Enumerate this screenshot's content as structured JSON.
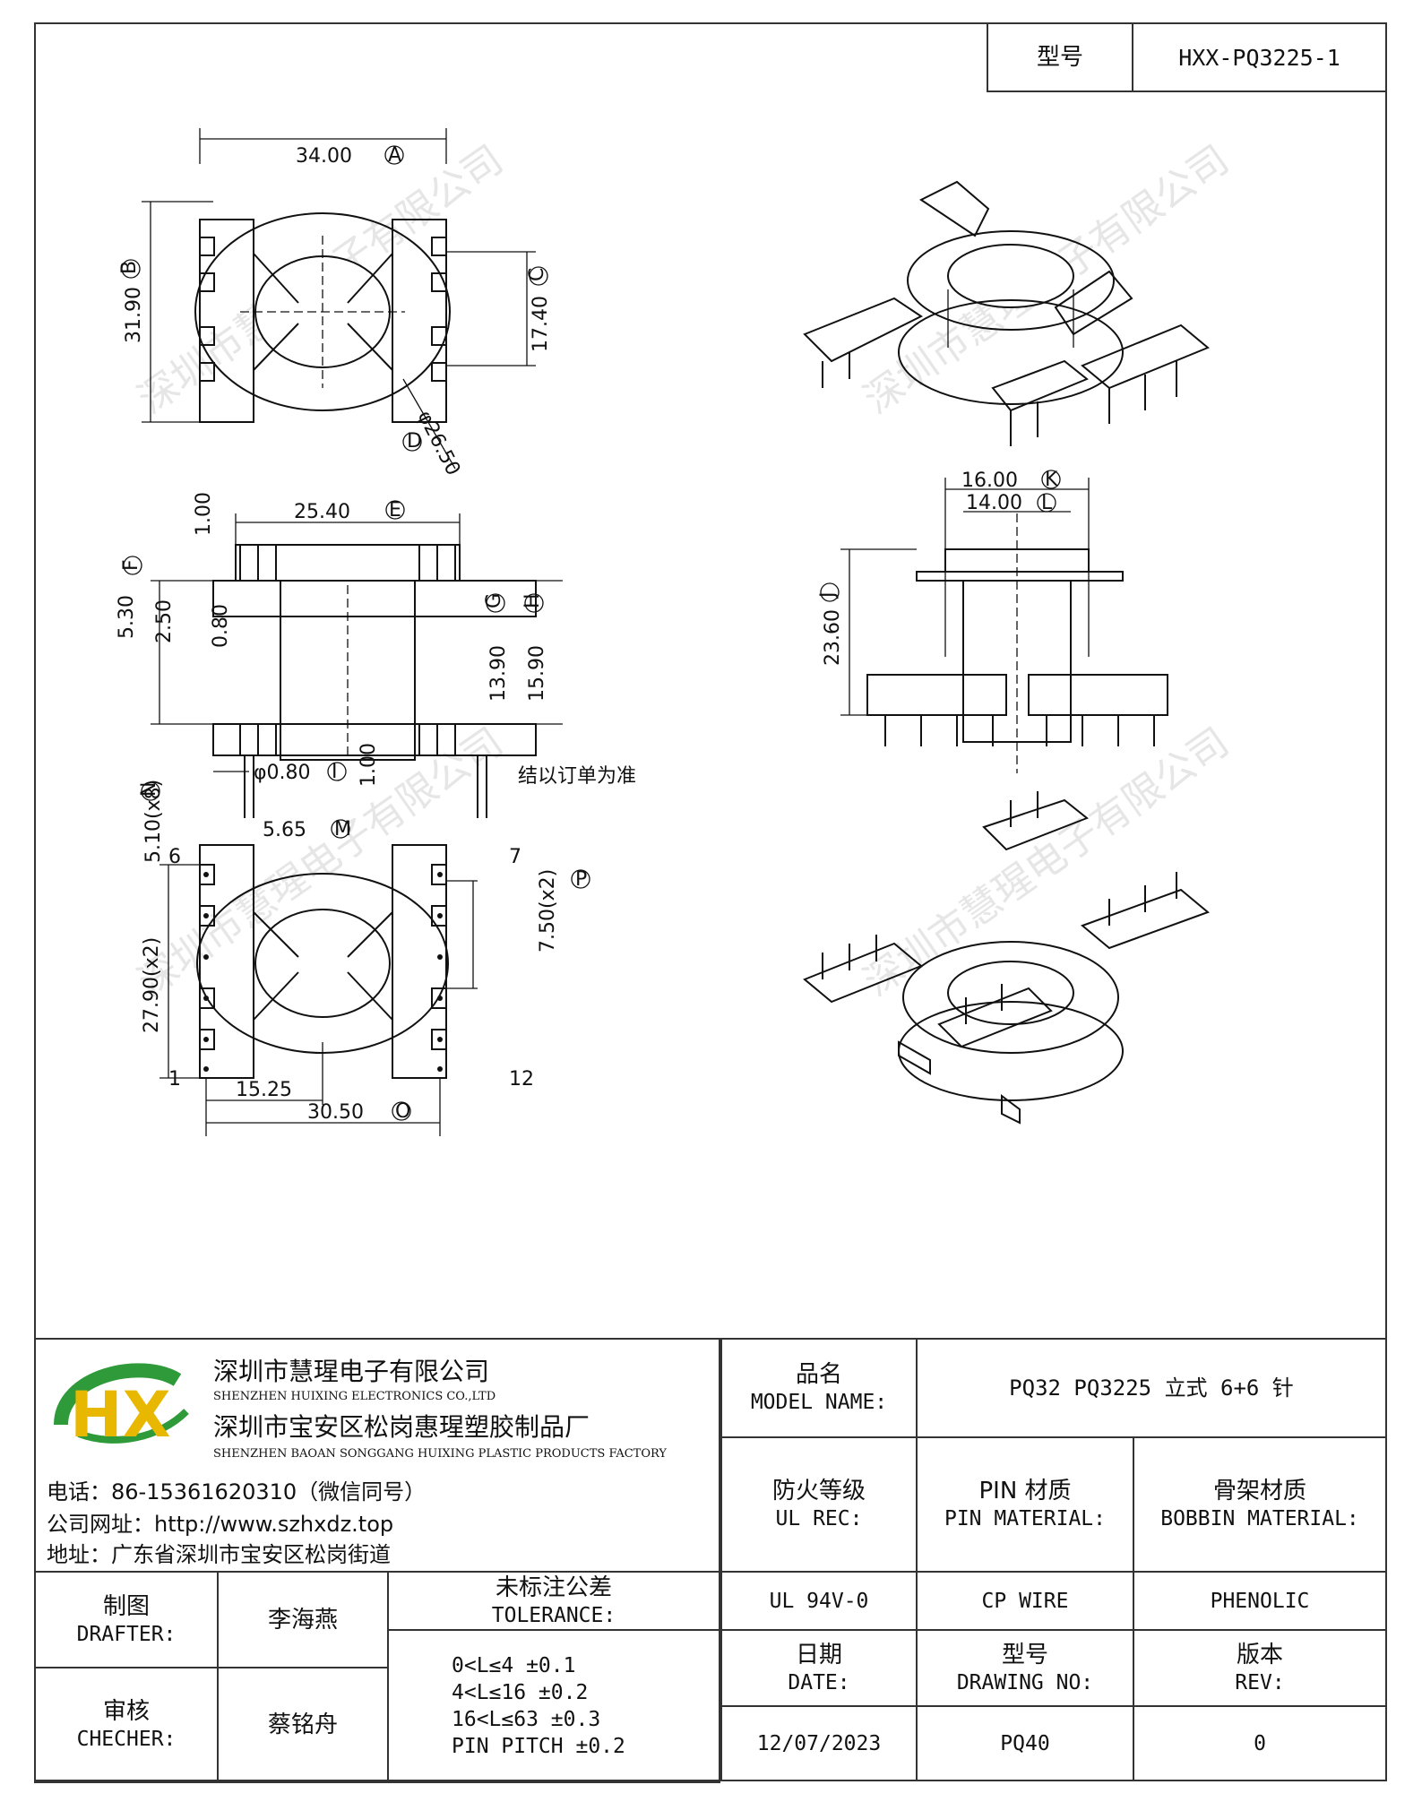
{
  "header": {
    "model_label": "型号",
    "model_value": "HXX-PQ3225-1"
  },
  "drawing": {
    "dims": {
      "A": "34.00",
      "B": "31.90",
      "C": "17.40",
      "D": "φ26.50",
      "E": "25.40",
      "F": "5.30",
      "G_H_left": "13.90",
      "H": "15.90",
      "d250": "2.50",
      "d080": "0.80",
      "d100a": "1.00",
      "d100b": "1.00",
      "I": "φ0.80",
      "K": "16.00",
      "L": "14.00",
      "J": "23.60",
      "M": "5.65",
      "N": "5.10(x8)",
      "P": "7.50(x2)",
      "Q": "27.90(x2)",
      "d1525": "15.25",
      "O": "30.50"
    },
    "circle_letters": [
      "A",
      "B",
      "C",
      "D",
      "E",
      "F",
      "G",
      "H",
      "I",
      "J",
      "K",
      "L",
      "M",
      "N",
      "O",
      "P"
    ],
    "pin_labels": {
      "p1": "1",
      "p6": "6",
      "p7": "7",
      "p12": "12"
    },
    "note_text": "结以订单为准",
    "watermark": "深圳市慧瑆电子有限公司"
  },
  "company": {
    "name_cn": "深圳市慧瑆电子有限公司",
    "name_en": "SHENZHEN HUIXING ELECTRONICS CO.,LTD",
    "factory_cn": "深圳市宝安区松岗惠瑆塑胶制品厂",
    "factory_en": "SHENZHEN BAOAN SONGGANG HUIXING PLASTIC PRODUCTS FACTORY",
    "phone": "电话：86-15361620310（微信同号）",
    "website": "公司网址：http://www.szhxdz.top",
    "address": "地址：广东省深圳市宝安区松岗街道",
    "logo_text": "HX",
    "logo_colors": {
      "green": "#2e9a3a",
      "yellow": "#e8b800",
      "blue": "#1a5fb4"
    }
  },
  "table": {
    "model_name_cn": "品名",
    "model_name_en": "MODEL NAME:",
    "model_name_value": "PQ32  PQ3225 立式 6+6 针",
    "ul_rec_cn": "防火等级",
    "ul_rec_en": "UL REC:",
    "pin_mat_cn": "PIN 材质",
    "pin_mat_en": "PIN MATERIAL:",
    "bobbin_mat_cn": "骨架材质",
    "bobbin_mat_en": "BOBBIN MATERIAL:",
    "ul_value": "UL 94V-0",
    "pin_value": "CP WIRE",
    "bobbin_value": "PHENOLIC",
    "drafter_cn": "制图",
    "drafter_en": "DRAFTER:",
    "drafter_name": "李海燕",
    "checker_cn": "审核",
    "checker_en": "CHECHER:",
    "checker_name": "蔡铭舟",
    "tolerance_cn": "未标注公差",
    "tolerance_en": "TOLERANCE:",
    "tolerances": [
      "0<L≤4  ±0.1",
      "4<L≤16  ±0.2",
      "16<L≤63  ±0.3",
      "PIN PITCH  ±0.2"
    ],
    "date_cn": "日期",
    "date_en": "DATE:",
    "date_value": "12/07/2023",
    "drawing_no_cn": "型号",
    "drawing_no_en": "DRAWING NO:",
    "drawing_no_value": "PQ40",
    "rev_cn": "版本",
    "rev_en": "REV:",
    "rev_value": "0"
  }
}
